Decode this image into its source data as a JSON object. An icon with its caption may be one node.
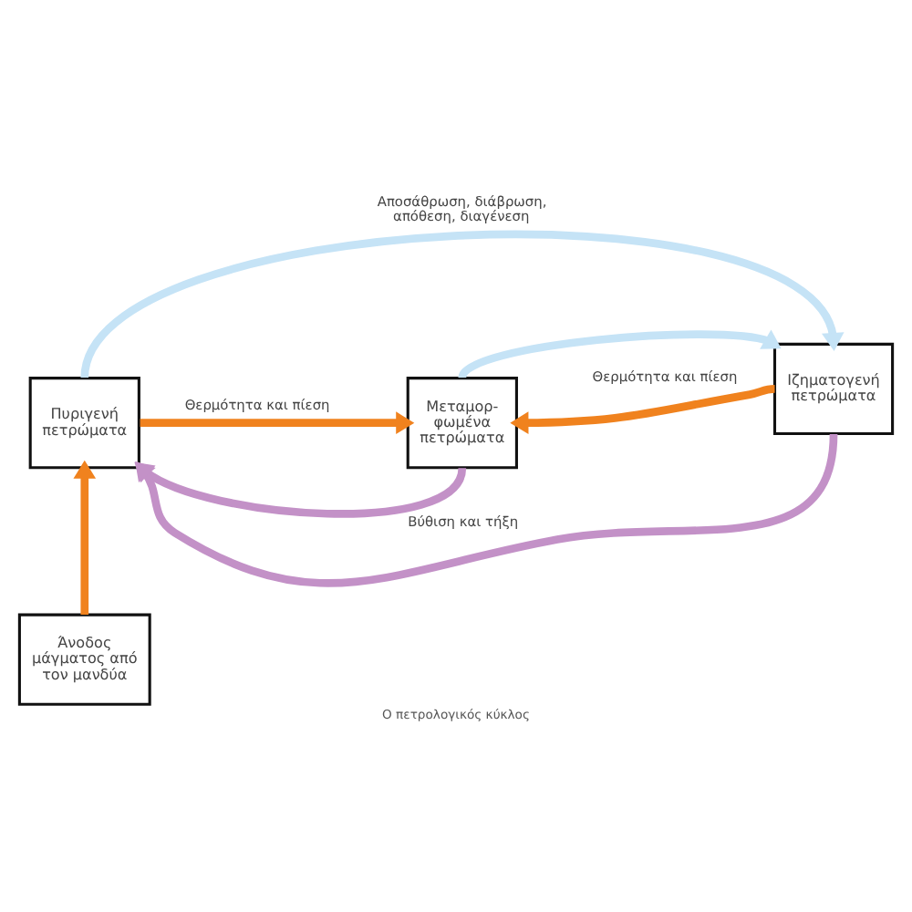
{
  "diagram": {
    "caption": "Ο πετρολογικός κύκλος",
    "nodes": [
      {
        "text": [
          "Πυριγενή πετρώματα"
        ]
      },
      {
        "text": [
          "Μεταμορ- φωμένα πετρώματα"
        ]
      },
      {
        "text": [
          "Ιζηματογενή πετρώματα"
        ]
      },
      {
        "text": [
          "Άνοδος μάγματος από τον μανδύα"
        ]
      }
    ],
    "edges": [
      {
        "from": 0,
        "to": 2,
        "arrow": "to",
        "label": "Αποσάθρωση, διάβρωση, απόθεση, διαγένεση",
        "color": "#c5e3f6"
      },
      {
        "from": 1,
        "to": 2,
        "arrow": "to",
        "color": "#c5e3f6"
      },
      {
        "from": 0,
        "to": 1,
        "arrow": "to",
        "label": "Θερμότητα και πίεση"
      },
      {
        "from": 2,
        "to": 1,
        "arrow": "to",
        "label": "Θερμότητα και πίεση"
      },
      {
        "from": 1,
        "to": 0,
        "arrow": "to",
        "color": "#c391c7"
      },
      {
        "from": 2,
        "to": 0,
        "arrow": "to",
        "label": "Βύθιση και τήξη",
        "color": "#c391c7"
      },
      {
        "from": 3,
        "to": 0,
        "arrow": "to"
      }
    ]
  }
}
